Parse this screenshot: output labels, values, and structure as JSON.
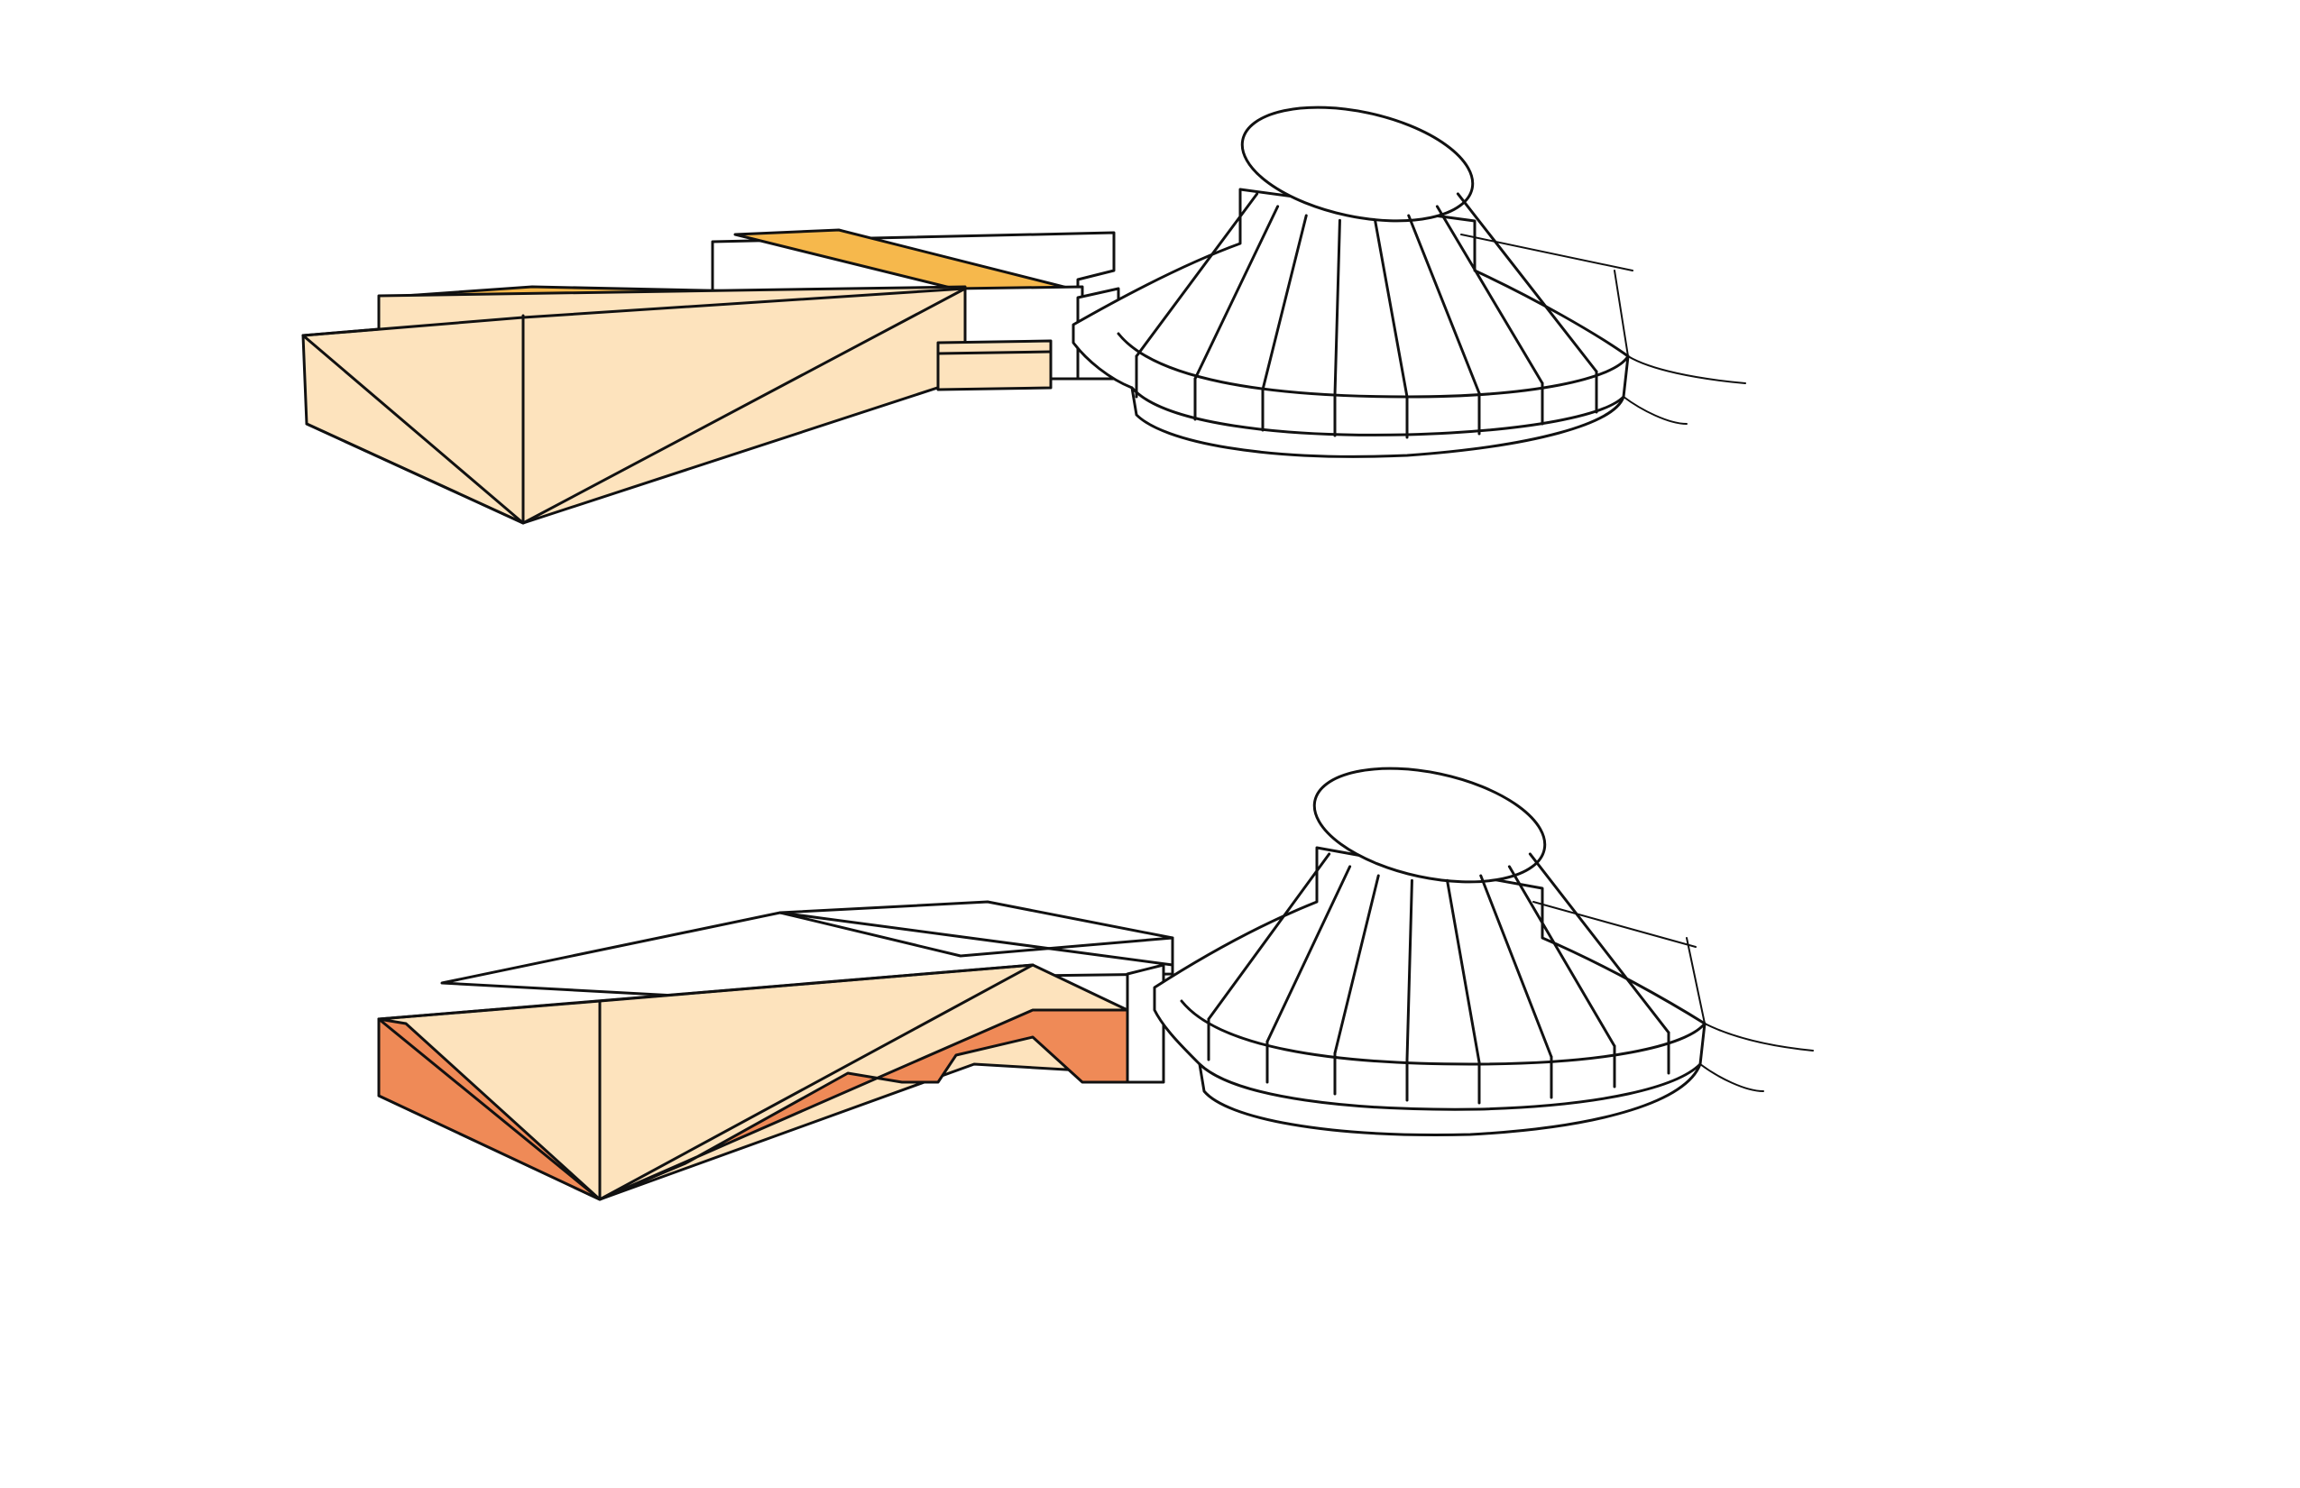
{
  "diagram": {
    "type": "architectural-massing-sketch",
    "views": [
      {
        "id": "sketch-top",
        "description_hidden": true
      },
      {
        "id": "sketch-bottom",
        "description_hidden": true
      }
    ]
  },
  "colors": {
    "background": "#ffffff",
    "ink": "#111111",
    "light_fill": "#fde3bd",
    "roof_fill": "#f6b84c",
    "accent_fill": "#ef8a57"
  }
}
